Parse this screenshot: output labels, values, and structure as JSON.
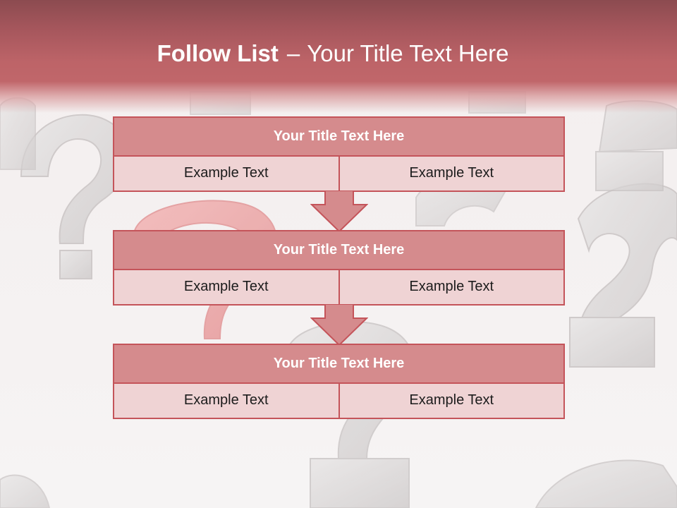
{
  "slide": {
    "title_bold": "Follow List",
    "title_separator": "–",
    "title_rest": "Your Title Text Here"
  },
  "flow": {
    "steps": [
      {
        "title": "Your Title Text Here",
        "left": "Example Text",
        "right": "Example Text"
      },
      {
        "title": "Your Title Text Here",
        "left": "Example Text",
        "right": "Example Text"
      },
      {
        "title": "Your Title Text Here",
        "left": "Example Text",
        "right": "Example Text"
      }
    ]
  },
  "colors": {
    "header": "#bd6468",
    "block_title_fill": "#d58b8d",
    "block_cell_fill": "#efd3d4",
    "block_border": "#c4545a",
    "arrow_fill": "#d58b8d"
  },
  "background": {
    "motif": "question-mark-icon"
  }
}
